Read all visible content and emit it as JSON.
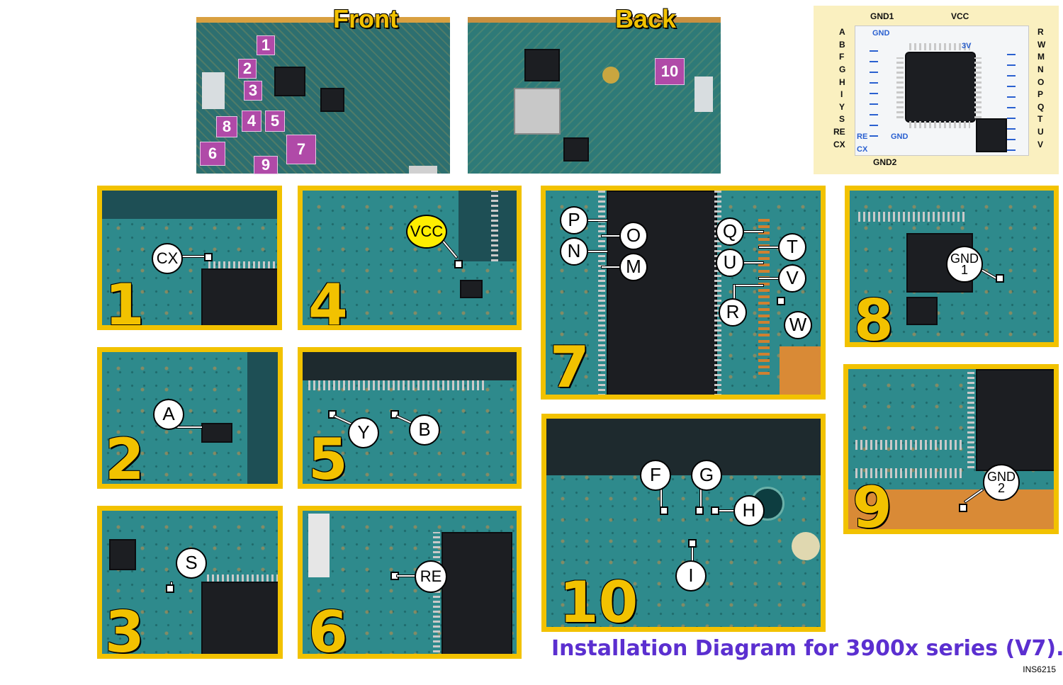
{
  "overview": {
    "front_label": "Front",
    "back_label": "Back",
    "front_badges": [
      "1",
      "2",
      "3",
      "4",
      "5",
      "6",
      "7",
      "8",
      "9"
    ],
    "back_badges": [
      "10"
    ]
  },
  "pinout": {
    "top_labels": [
      "GND1",
      "VCC"
    ],
    "bottom_label": "GND2",
    "left_pins": [
      "A",
      "B",
      "F",
      "G",
      "H",
      "I",
      "Y",
      "S",
      "RE",
      "CX"
    ],
    "right_pins": [
      "R",
      "W",
      "M",
      "N",
      "O",
      "P",
      "Q",
      "T",
      "U",
      "V"
    ],
    "board_labels": {
      "gnd": "GND",
      "three_v": "3V",
      "re": "RE",
      "cx": "CX"
    }
  },
  "panels": [
    {
      "number": "1",
      "points": [
        "CX"
      ]
    },
    {
      "number": "2",
      "points": [
        "A"
      ]
    },
    {
      "number": "3",
      "points": [
        "S"
      ]
    },
    {
      "number": "4",
      "points": [
        "VCC"
      ]
    },
    {
      "number": "5",
      "points": [
        "Y",
        "B"
      ]
    },
    {
      "number": "6",
      "points": [
        "RE"
      ]
    },
    {
      "number": "7",
      "points": [
        "P",
        "O",
        "N",
        "M",
        "Q",
        "T",
        "U",
        "V",
        "R",
        "W"
      ]
    },
    {
      "number": "8",
      "points": [
        "GND\n1"
      ]
    },
    {
      "number": "9",
      "points": [
        "GND\n2"
      ]
    },
    {
      "number": "10",
      "points": [
        "F",
        "G",
        "H",
        "I"
      ]
    }
  ],
  "caption": "Installation Diagram for 3900x series (V7).",
  "reference": "INS6215",
  "colors": {
    "frame": "#f2c200",
    "pcb": "#2e8a8c",
    "caption": "#5b2fd0",
    "badge": "#b04aa8",
    "vcc": "#ffee00"
  }
}
